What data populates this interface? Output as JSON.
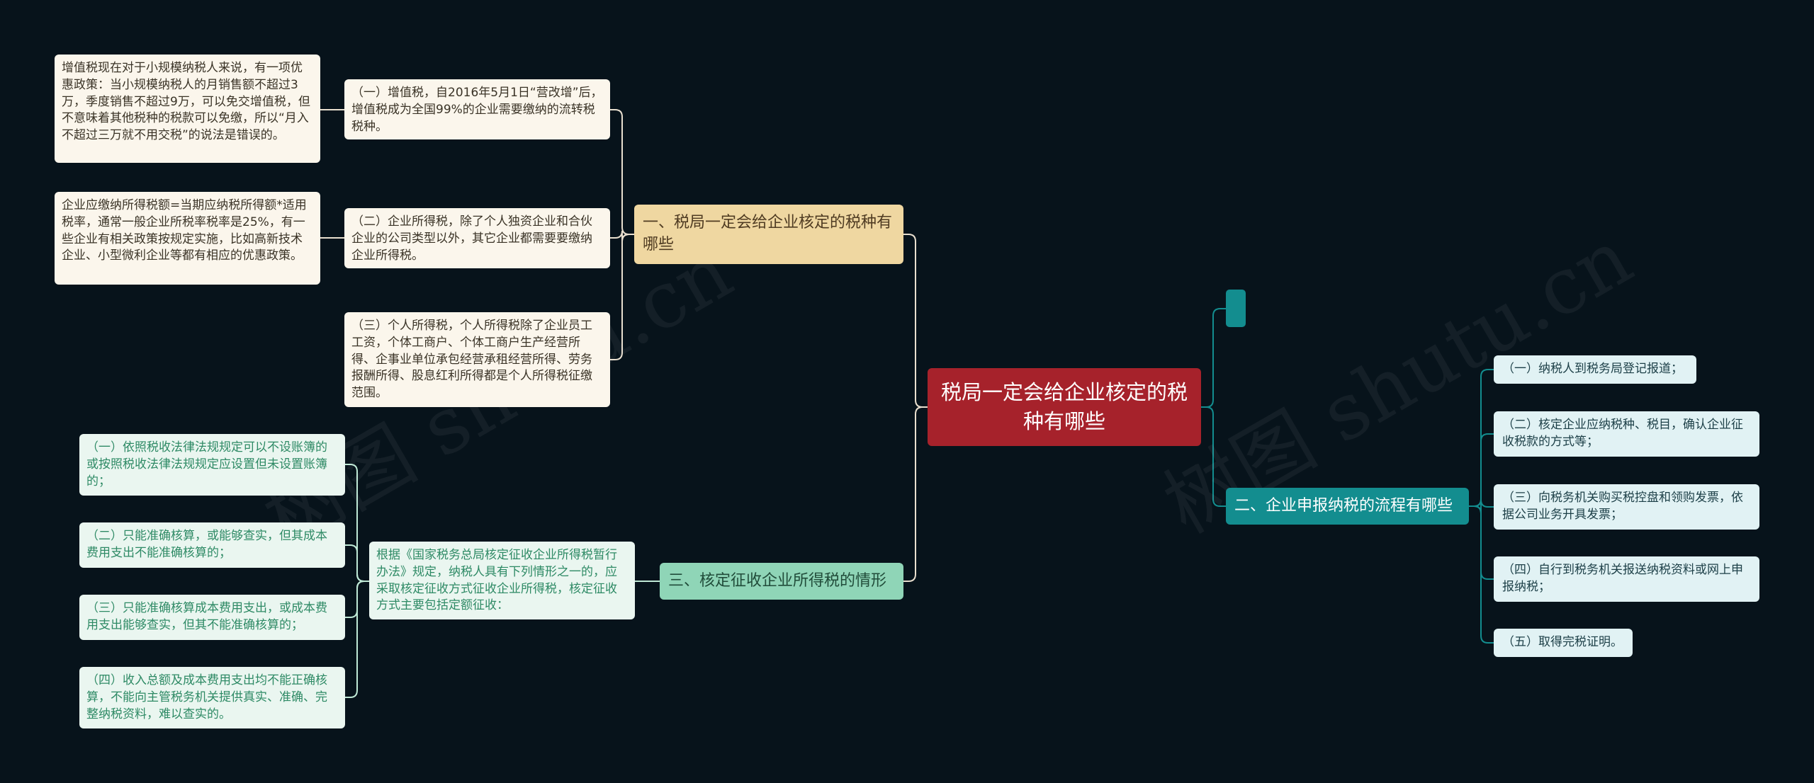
{
  "root": {
    "label": "税局一定会给企业核定的税种有哪些"
  },
  "branches": {
    "b1": {
      "label": "一、税局一定会给企业核定的税种有哪些",
      "items": [
        {
          "label": "（一）增值税，自2016年5月1日“营改增”后，增值税成为全国99%的企业需要缴纳的流转税税种。",
          "note": "增值税现在对于小规模纳税人来说，有一项优惠政策：当小规模纳税人的月销售额不超过3万，季度销售不超过9万，可以免交增值税，但不意味着其他税种的税款可以免缴，所以“月入不超过三万就不用交税”的说法是错误的。"
        },
        {
          "label": "（二）企业所得税，除了个人独资企业和合伙企业的公司类型以外，其它企业都需要要缴纳企业所得税。",
          "note": "企业应缴纳所得税额=当期应纳税所得额*适用税率，通常一般企业所税率税率是25%，有一些企业有相关政策按规定实施，比如高新技术企业、小型微利企业等都有相应的优惠政策。"
        },
        {
          "label": "（三）个人所得税，个人所得税除了企业员工工资，个体工商户、个体工商户生产经营所得、企事业单位承包经营承租经营所得、劳务报酬所得、股息红利所得都是个人所得税征缴范围。"
        }
      ]
    },
    "b2": {
      "label": "二、企业申报纳税的流程有哪些",
      "items": [
        "（一）纳税人到税务局登记报道；",
        "（二）核定企业应纳税种、税目，确认企业征收税款的方式等；",
        "（三）向税务机关购买税控盘和领购发票，依据公司业务开具发票；",
        "（四）自行到税务机关报送纳税资料或网上申报纳税；",
        "（五）取得完税证明。"
      ]
    },
    "b3": {
      "label": "三、核定征收企业所得税的情形",
      "intro": "根据《国家税务总局核定征收企业所得税暂行办法》规定，纳税人具有下列情形之一的，应采取核定征收方式征收企业所得税，核定征收方式主要包括定额征收：",
      "items": [
        "（一）依照税收法律法规规定可以不设账簿的或按照税收法律法规规定应设置但未设置账簿的；",
        "（二）只能准确核算，或能够查实，但其成本费用支出不能准确核算的；",
        "（三）只能准确核算成本费用支出，或成本费用支出能够查实，但其不能准确核算的；",
        "（四）收入总额及成本费用支出均不能正确核算，不能向主管税务机关提供真实、准确、完整纳税资料，难以查实的。"
      ]
    }
  },
  "watermarks": [
    "树图 shutu.cn",
    "树图 shutu.cn"
  ],
  "colors": {
    "background": "#07131b",
    "root": "#a6222b",
    "branch1": "#efd7a1",
    "branch2": "#138d8f",
    "branch3": "#8fd5b7",
    "connector": "#e9dfcf",
    "connector_teal": "#138d8f",
    "connector_green": "#bfe9d6"
  }
}
